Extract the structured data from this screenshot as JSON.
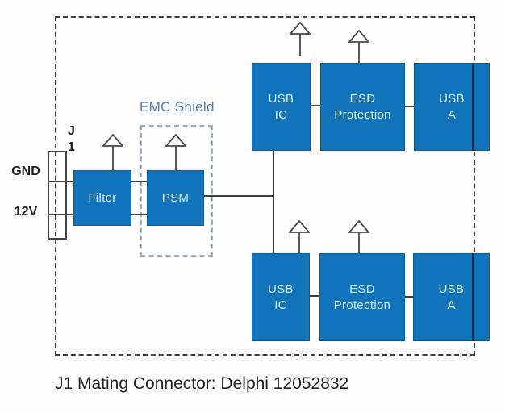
{
  "emc_shield_label": "EMC Shield",
  "connector": {
    "designator_line1": "J",
    "designator_line2": "1",
    "pin_labels": [
      "GND",
      "12V"
    ]
  },
  "left_blocks": {
    "filter": "Filter",
    "psm": "PSM"
  },
  "channels": [
    {
      "usb_ic": [
        "USB",
        "IC"
      ],
      "esd": [
        "ESD",
        "Protection"
      ],
      "usb_a": [
        "USB",
        "A"
      ]
    },
    {
      "usb_ic": [
        "USB",
        "IC"
      ],
      "esd": [
        "ESD",
        "Protection"
      ],
      "usb_a": [
        "USB",
        "A"
      ]
    }
  ],
  "caption": "J1 Mating Connector: Delphi 12052832",
  "colors": {
    "block_fill": "#1174ba",
    "block_border": "#0d5a94",
    "block_text": "#d8ecf9",
    "wire": "#3f3f3f",
    "enclosure_dash": "#3f3f3f",
    "emc_dash": "#94aecd",
    "emc_text": "#4d7ec0",
    "label_text": "#1d1d1d",
    "background": "#fdfdfd"
  }
}
